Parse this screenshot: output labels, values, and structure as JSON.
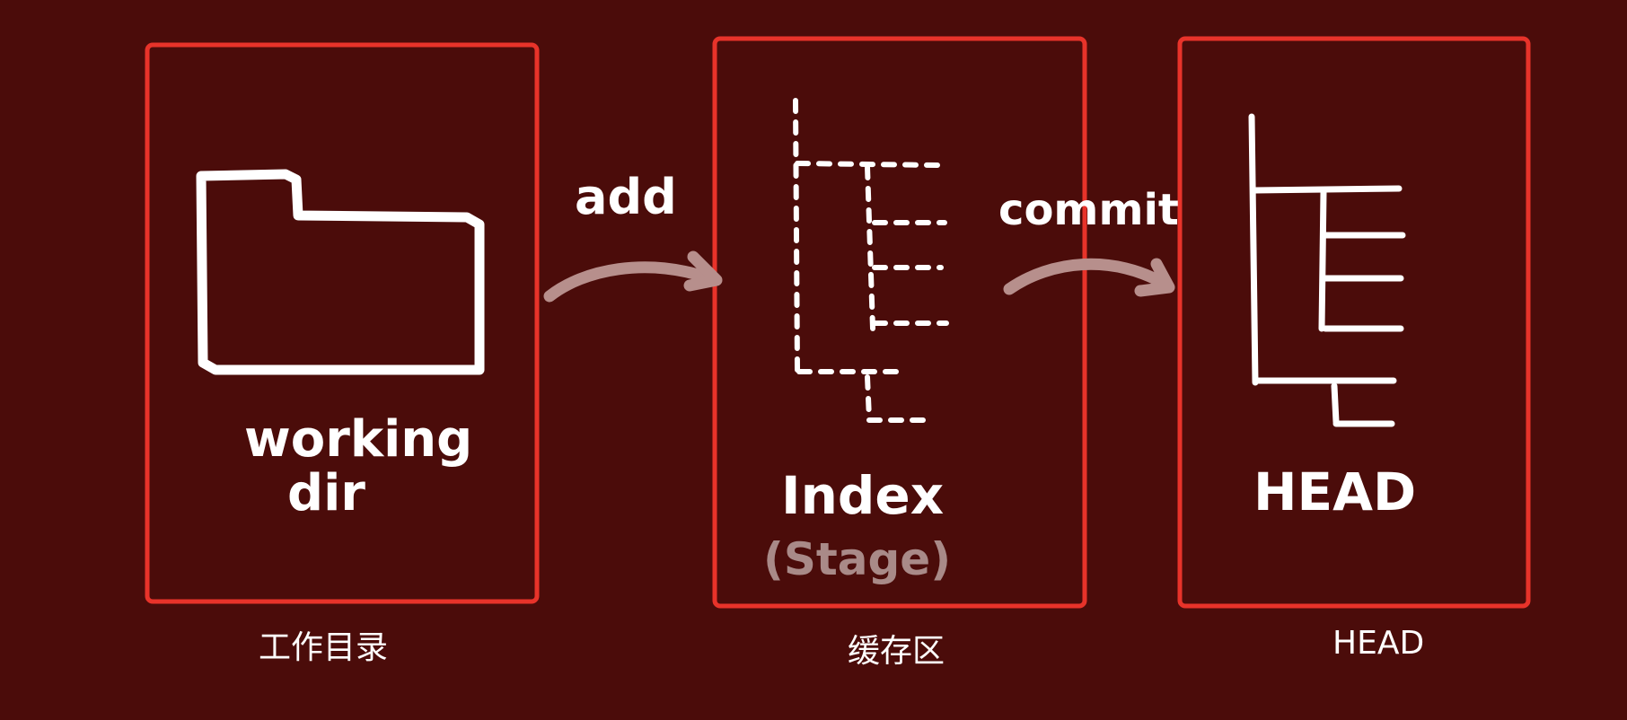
{
  "colors": {
    "background": "#4b0c0a",
    "box_border": "#e8332a",
    "sketch": "#ffffff",
    "arrow": "#b78f8c",
    "faded_text": "#a98a88"
  },
  "stages": [
    {
      "sketch_label_line1": "working",
      "sketch_label_line2": "dir",
      "caption": "工作目录",
      "icon": "folder-icon"
    },
    {
      "sketch_label": "Index",
      "sketch_sublabel": "(Stage)",
      "caption": "缓存区",
      "icon": "dashed-tree-icon"
    },
    {
      "sketch_label": "HEAD",
      "caption": "HEAD",
      "icon": "tree-icon"
    }
  ],
  "arrows": [
    {
      "label": "add"
    },
    {
      "label": "commit"
    }
  ]
}
